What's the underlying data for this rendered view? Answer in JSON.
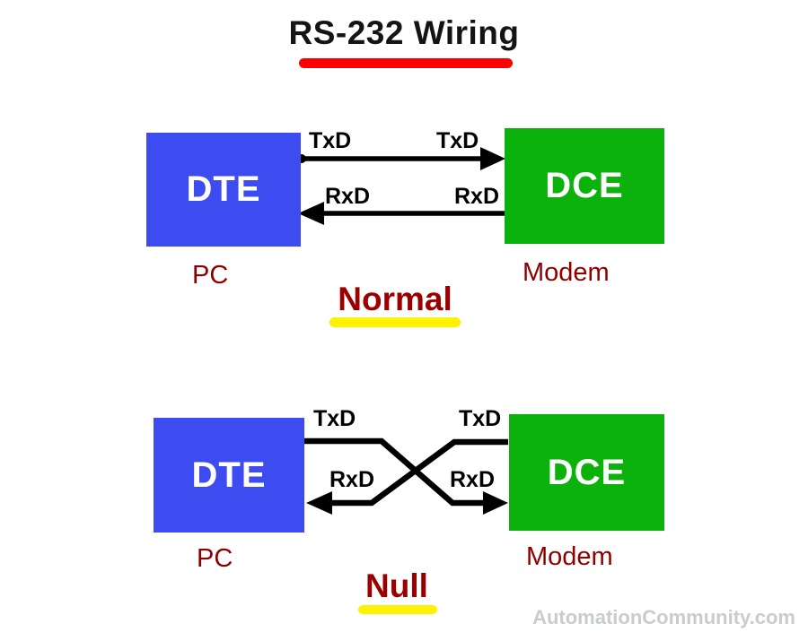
{
  "title": "RS-232 Wiring",
  "colors": {
    "box_blue": "#3d4cf0",
    "box_green": "#0cb20c",
    "label_red": "#8e0000",
    "caption_red": "#9b0000",
    "highlight_yellow": "#fff200",
    "underline_red": "#fe0000",
    "wire_black": "#000000",
    "watermark_gray": "#c8ccd1"
  },
  "normal_diagram": {
    "caption": "Normal",
    "left_box": "DTE",
    "right_box": "DCE",
    "left_caption": "PC",
    "right_caption": "Modem",
    "wire_labels": {
      "tx_left": "TxD",
      "tx_right": "TxD",
      "rx_left": "RxD",
      "rx_right": "RxD"
    }
  },
  "null_diagram": {
    "caption": "Null",
    "left_box": "DTE",
    "right_box": "DCE",
    "left_caption": "PC",
    "right_caption": "Modem",
    "wire_labels": {
      "tx_left": "TxD",
      "tx_right": "TxD",
      "rx_left": "RxD",
      "rx_right": "RxD"
    }
  },
  "watermark": "AutomationCommunity.com"
}
